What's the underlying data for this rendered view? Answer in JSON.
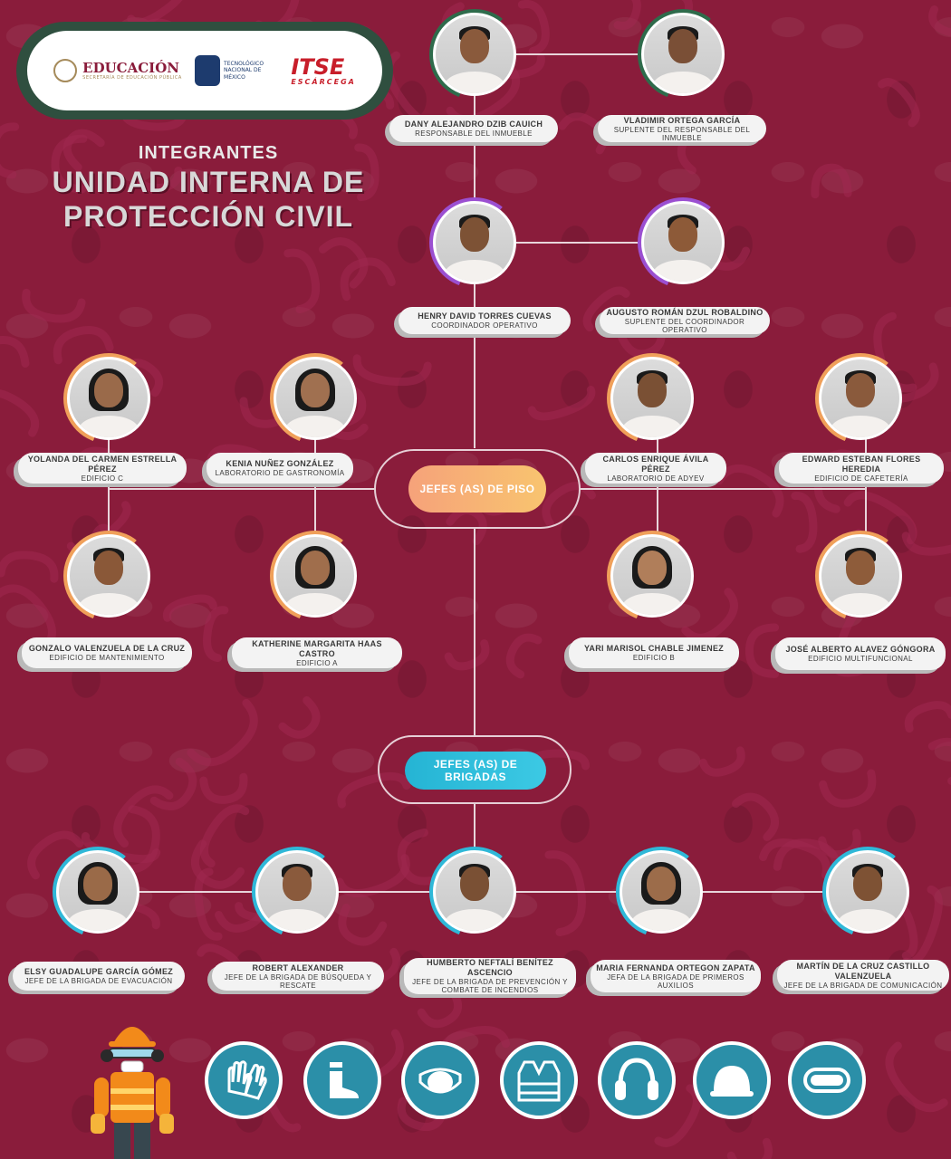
{
  "header": {
    "logos": {
      "educacion": "EDUCACIÓN",
      "educacion_sub": "SECRETARÍA DE EDUCACIÓN PÚBLICA",
      "tecnm": "TECNOLÓGICO NACIONAL DE MÉXICO",
      "itse": "ITSE",
      "itse_sub": "ESCÁRCEGA"
    },
    "title_small": "INTEGRANTES",
    "title_line1": "UNIDAD INTERNA DE",
    "title_line2": "PROTECCIÓN CIVIL"
  },
  "hubs": {
    "piso": "JEFES (AS) DE PISO",
    "brigadas_line1": "JEFES (AS) DE",
    "brigadas_line2": "BRIGADAS"
  },
  "people": [
    {
      "name": "DANY ALEJANDRO DZIB CAUICH",
      "role": "RESPONSABLE DEL INMUEBLE",
      "ring": "#2e6b4b"
    },
    {
      "name": "VLADIMIR ORTEGA GARCÍA",
      "role": "SUPLENTE DEL RESPONSABLE DEL INMUEBLE",
      "ring": "#2e6b4b"
    },
    {
      "name": "HENRY DAVID TORRES CUEVAS",
      "role": "COORDINADOR OPERATIVO",
      "ring": "#9b4fd1"
    },
    {
      "name": "AUGUSTO ROMÁN DZUL ROBALDINO",
      "role": "SUPLENTE DEL COORDINADOR OPERATIVO",
      "ring": "#9b4fd1"
    },
    {
      "name": "YOLANDA DEL CARMEN ESTRELLA PÉREZ",
      "role": "EDIFICIO C",
      "ring": "#f0a05a"
    },
    {
      "name": "KENIA NUÑEZ GONZÁLEZ",
      "role": "LABORATORIO DE GASTRONOMÍA",
      "ring": "#f0a05a"
    },
    {
      "name": "CARLOS ENRIQUE ÁVILA PÉREZ",
      "role": "LABORATORIO DE ADYEV",
      "ring": "#f0a05a"
    },
    {
      "name": "EDWARD ESTEBAN FLORES HEREDIA",
      "role": "EDIFICIO DE CAFETERÍA",
      "ring": "#f0a05a"
    },
    {
      "name": "GONZALO VALENZUELA DE LA CRUZ",
      "role": "EDIFICIO DE MANTENIMIENTO",
      "ring": "#f0a05a"
    },
    {
      "name": "KATHERINE MARGARITA HAAS CASTRO",
      "role": "EDIFICIO A",
      "ring": "#f0a05a"
    },
    {
      "name": "YARI MARISOL CHABLE JIMENEZ",
      "role": "EDIFICIO B",
      "ring": "#f0a05a"
    },
    {
      "name": "JOSÉ ALBERTO ALAVEZ GÓNGORA",
      "role": "EDIFICIO MULTIFUNCIONAL",
      "ring": "#f0a05a"
    },
    {
      "name": "ELSY GUADALUPE GARCÍA GÓMEZ",
      "role": "JEFE DE LA BRIGADA DE EVACUACIÓN",
      "ring": "#2fb8d8"
    },
    {
      "name": "ROBERT ALEXANDER",
      "role": "JEFE DE LA BRIGADA DE BÚSQUEDA Y RESCATE",
      "ring": "#2fb8d8"
    },
    {
      "name": "HUMBERTO NEFTALÍ BENÍTEZ ASCENCIO",
      "role": "JEFE DE LA BRIGADA DE PREVENCIÓN Y COMBATE DE INCENDIOS",
      "ring": "#2fb8d8"
    },
    {
      "name": "MARIA FERNANDA ORTEGON ZAPATA",
      "role": "JEFA DE LA BRIGADA DE PRIMEROS AUXILIOS",
      "ring": "#2fb8d8"
    },
    {
      "name": "MARTÍN DE LA CRUZ CASTILLO VALENZUELA",
      "role": "JEFE DE LA BRIGADA DE COMUNICACIÓN",
      "ring": "#2fb8d8"
    }
  ],
  "icons": [
    "gloves-icon",
    "boots-icon",
    "mask-icon",
    "vest-icon",
    "earmuffs-icon",
    "hardhat-icon",
    "goggles-icon"
  ]
}
